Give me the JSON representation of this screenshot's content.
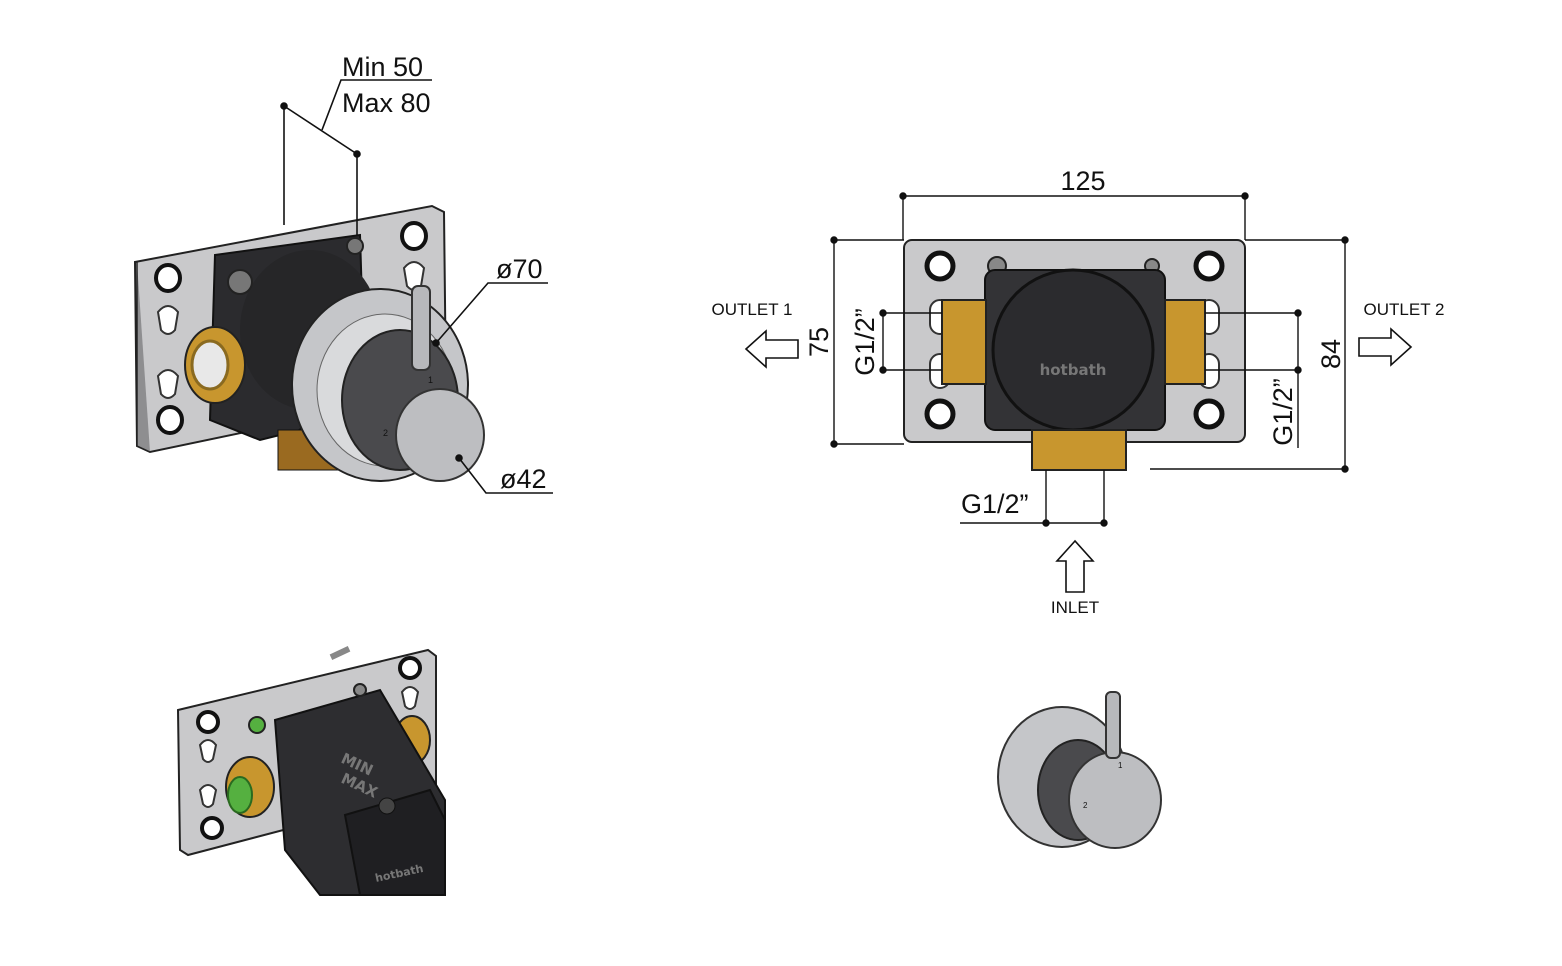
{
  "dimensions": {
    "depth_min": "Min 50",
    "depth_max": "Max 80",
    "rosette_diameter": "ø70",
    "handle_diameter": "ø42",
    "width": "125",
    "height_plate": "75",
    "height_total": "84",
    "thread_outlet_1": "G1/2”",
    "thread_outlet_2": "G1/2”",
    "thread_inlet": "G1/2”"
  },
  "labels": {
    "outlet_1": "OUTLET 1",
    "outlet_2": "OUTLET 2",
    "inlet": "INLET",
    "brand": "hotbath",
    "position_1": "1",
    "position_2": "2",
    "scale_min": "MIN",
    "scale_max": "MAX"
  },
  "colors": {
    "plate": "#c9c9cb",
    "body": "#2b2b2e",
    "brass": "#c8962e",
    "chrome": "#b5b6b9",
    "line": "#111111"
  }
}
